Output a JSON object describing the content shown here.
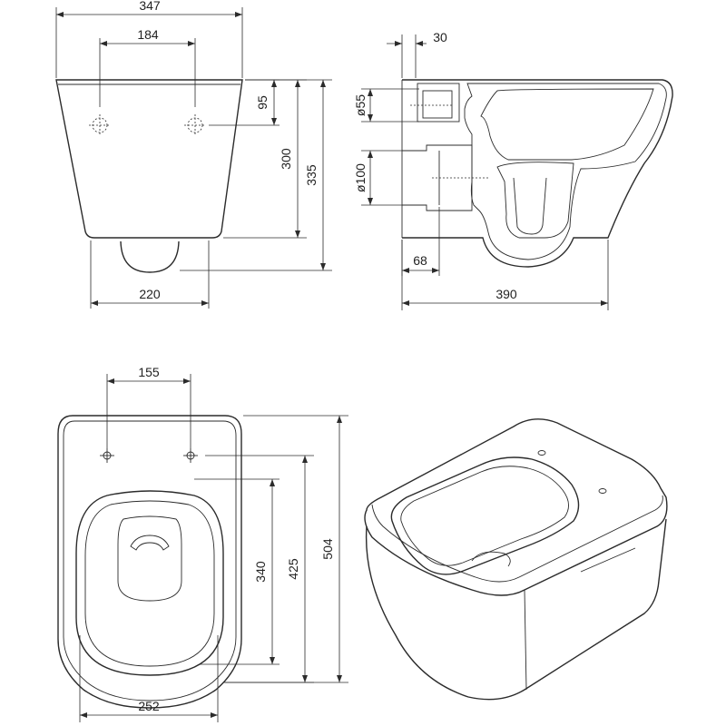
{
  "front_view": {
    "width_overall": "347",
    "bolt_spacing": "184",
    "bolt_height": "95",
    "height_body": "300",
    "height_overall": "335",
    "base_width": "220"
  },
  "side_view": {
    "wall_offset": "30",
    "inlet_diameter": "ø55",
    "outlet_diameter": "ø100",
    "outlet_offset": "68",
    "length_overall": "390"
  },
  "top_view": {
    "bolt_spacing": "155",
    "bowl_length": "340",
    "seat_length": "425",
    "length_overall": "504",
    "width_overall": "252"
  }
}
